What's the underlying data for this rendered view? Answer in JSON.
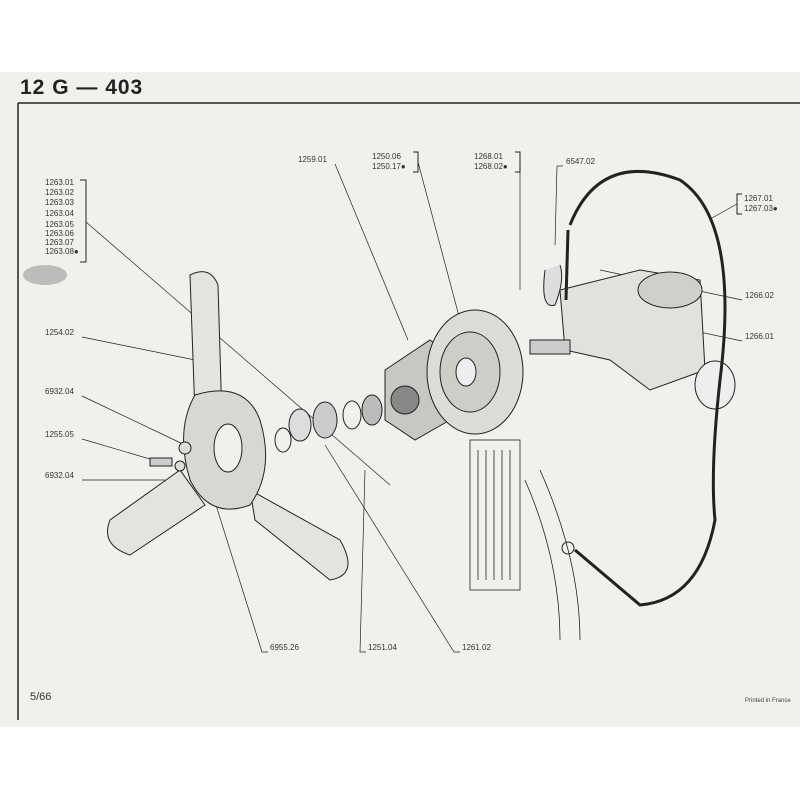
{
  "header": {
    "title": "12 G — 403"
  },
  "labels": {
    "group_1263": [
      "1263.01",
      "1263.02",
      "1263.03",
      "1263.04",
      "1263.05",
      "1263.06",
      "1263.07",
      "1263.08●"
    ],
    "l1254": "1254.02",
    "l6932a": "6932.04",
    "l1255": "1255.05",
    "l6932b": "6932.04",
    "l1259": "1259.01",
    "group_1250": [
      "1250.06",
      "1250.17●"
    ],
    "group_1268": [
      "1268.01",
      "1268.02●"
    ],
    "l6547": "6547.02",
    "group_1267": [
      "1267.01",
      "1267.03●"
    ],
    "l1266_02": "1266.02",
    "l1266_01": "1266.01",
    "l6955": "6955.26",
    "l1251": "1251.04",
    "l1261": "1261.02"
  },
  "footer": {
    "page": "5/66",
    "printed": "Printed in France"
  }
}
